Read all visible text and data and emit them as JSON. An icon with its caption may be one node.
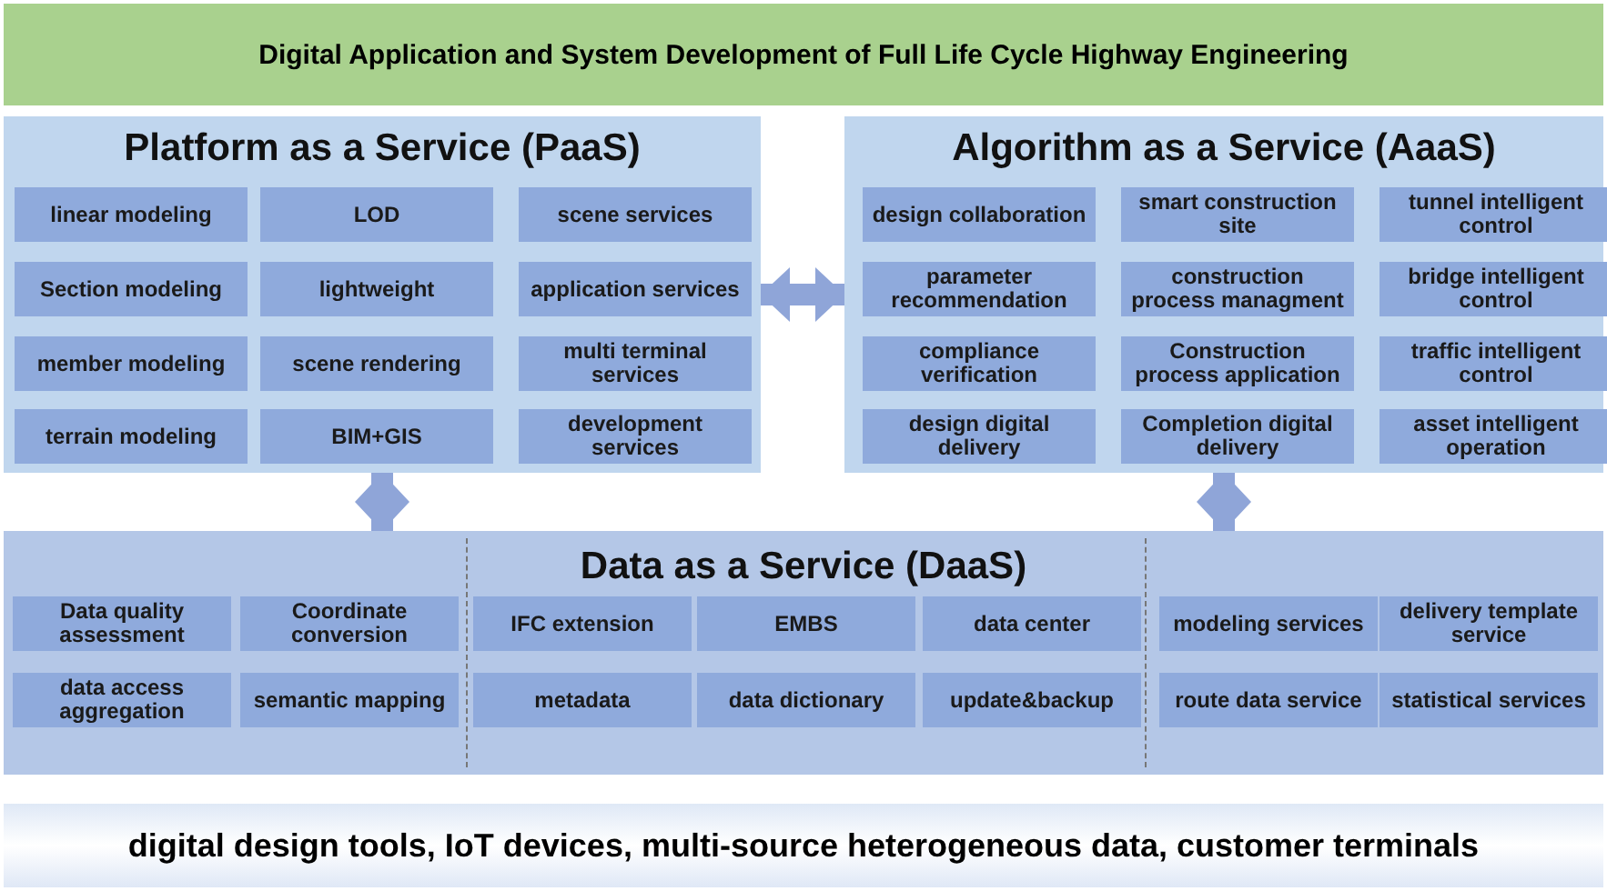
{
  "diagram": {
    "nodes": [
      {
        "text": [
          "Digital Application and System Development of Full Life Cycle Highway Engineering"
        ]
      },
      {
        "text": [
          "Platform as a Service (PaaS)"
        ]
      },
      {
        "text": [
          "linear modeling"
        ],
        "in": 1
      },
      {
        "text": [
          "LOD"
        ],
        "in": 1
      },
      {
        "text": [
          "scene services"
        ],
        "in": 1
      },
      {
        "text": [
          "Section modeling"
        ],
        "in": 1
      },
      {
        "text": [
          "lightweight"
        ],
        "in": 1
      },
      {
        "text": [
          "application services"
        ],
        "in": 1
      },
      {
        "text": [
          "member modeling"
        ],
        "in": 1
      },
      {
        "text": [
          "scene rendering"
        ],
        "in": 1
      },
      {
        "text": [
          "multi terminal services"
        ],
        "in": 1
      },
      {
        "text": [
          "terrain modeling"
        ],
        "in": 1
      },
      {
        "text": [
          "BIM+GIS"
        ],
        "in": 1
      },
      {
        "text": [
          "development services"
        ],
        "in": 1
      },
      {
        "text": [
          "Algorithm as a Service (AaaS)"
        ]
      },
      {
        "text": [
          "design collaboration"
        ],
        "in": 14
      },
      {
        "text": [
          "smart construction site"
        ],
        "in": 14
      },
      {
        "text": [
          "tunnel intelligent control"
        ],
        "in": 14
      },
      {
        "text": [
          "parameter recommendation"
        ],
        "in": 14
      },
      {
        "text": [
          "construction process managment"
        ],
        "in": 14
      },
      {
        "text": [
          "bridge intelligent control"
        ],
        "in": 14
      },
      {
        "text": [
          "compliance verification"
        ],
        "in": 14
      },
      {
        "text": [
          "Construction process application"
        ],
        "in": 14
      },
      {
        "text": [
          "traffic intelligent control"
        ],
        "in": 14
      },
      {
        "text": [
          "design digital delivery"
        ],
        "in": 14
      },
      {
        "text": [
          "Completion digital delivery"
        ],
        "in": 14
      },
      {
        "text": [
          "asset intelligent operation"
        ],
        "in": 14
      },
      {
        "text": [
          "Data as a Service (DaaS)"
        ]
      },
      {
        "text": [
          "Data quality assessment"
        ],
        "in": 27
      },
      {
        "text": [
          "Coordinate conversion"
        ],
        "in": 27
      },
      {
        "text": [
          "IFC extension"
        ],
        "in": 27
      },
      {
        "text": [
          "EMBS"
        ],
        "in": 27
      },
      {
        "text": [
          "data center"
        ],
        "in": 27
      },
      {
        "text": [
          "modeling services"
        ],
        "in": 27
      },
      {
        "text": [
          "delivery template service"
        ],
        "in": 27
      },
      {
        "text": [
          "data access aggregation"
        ],
        "in": 27
      },
      {
        "text": [
          "semantic mapping"
        ],
        "in": 27
      },
      {
        "text": [
          "metadata"
        ],
        "in": 27
      },
      {
        "text": [
          "data dictionary"
        ],
        "in": 27
      },
      {
        "text": [
          "update&backup"
        ],
        "in": 27
      },
      {
        "text": [
          "route data service"
        ],
        "in": 27
      },
      {
        "text": [
          "statistical services"
        ],
        "in": 27
      },
      {
        "text": [
          "digital design tools, IoT devices, multi-source heterogeneous data, customer terminals"
        ]
      }
    ],
    "edges": [
      {
        "from": 1,
        "to": 14,
        "arrow": "both"
      },
      {
        "from": 1,
        "to": 27,
        "arrow": "both"
      },
      {
        "from": 14,
        "to": 27,
        "arrow": "both"
      }
    ]
  }
}
